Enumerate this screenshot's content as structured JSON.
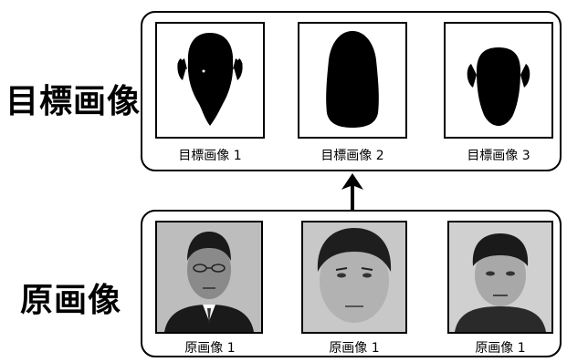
{
  "target": {
    "label": "目標画像",
    "images": [
      {
        "caption": "目標画像 1",
        "icon": "face-silhouette-icon"
      },
      {
        "caption": "目標画像 2",
        "icon": "face-silhouette-icon"
      },
      {
        "caption": "目標画像 3",
        "icon": "face-silhouette-icon"
      }
    ]
  },
  "original": {
    "label": "原画像",
    "images": [
      {
        "caption": "原画像 1",
        "icon": "face-photo-icon"
      },
      {
        "caption": "原画像 1",
        "icon": "face-photo-icon"
      },
      {
        "caption": "原画像 1",
        "icon": "face-photo-icon"
      }
    ]
  },
  "arrow": {
    "icon": "arrow-up-icon"
  }
}
